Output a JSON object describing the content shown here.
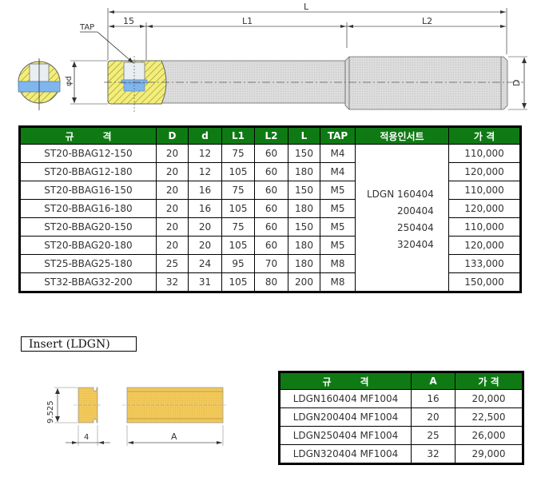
{
  "drawing": {
    "dim_L": "L",
    "dim_L1": "L1",
    "dim_L2": "L2",
    "dim_15": "15",
    "dim_tap": "TAP",
    "dim_d": "φd",
    "dim_D": "D"
  },
  "main_table": {
    "headers": [
      "규　　　격",
      "D",
      "d",
      "L1",
      "L2",
      "L",
      "TAP",
      "적용인서트",
      "가 격"
    ],
    "rows": [
      {
        "spec": "ST20-BBAG12-150",
        "D": "20",
        "d": "12",
        "L1": "75",
        "L2": "60",
        "L": "150",
        "TAP": "M4",
        "price": "110,000"
      },
      {
        "spec": "ST20-BBAG12-180",
        "D": "20",
        "d": "12",
        "L1": "105",
        "L2": "60",
        "L": "180",
        "TAP": "M4",
        "price": "120,000"
      },
      {
        "spec": "ST20-BBAG16-150",
        "D": "20",
        "d": "16",
        "L1": "75",
        "L2": "60",
        "L": "150",
        "TAP": "M5",
        "price": "110,000"
      },
      {
        "spec": "ST20-BBAG16-180",
        "D": "20",
        "d": "16",
        "L1": "105",
        "L2": "60",
        "L": "180",
        "TAP": "M5",
        "price": "120,000"
      },
      {
        "spec": "ST20-BBAG20-150",
        "D": "20",
        "d": "20",
        "L1": "75",
        "L2": "60",
        "L": "150",
        "TAP": "M5",
        "price": "110,000"
      },
      {
        "spec": "ST20-BBAG20-180",
        "D": "20",
        "d": "20",
        "L1": "105",
        "L2": "60",
        "L": "180",
        "TAP": "M5",
        "price": "120,000"
      },
      {
        "spec": "ST25-BBAG25-180",
        "D": "25",
        "d": "24",
        "L1": "95",
        "L2": "70",
        "L": "180",
        "TAP": "M8",
        "price": "133,000"
      },
      {
        "spec": "ST32-BBAG32-200",
        "D": "32",
        "d": "31",
        "L1": "105",
        "L2": "80",
        "L": "200",
        "TAP": "M8",
        "price": "150,000"
      }
    ],
    "insert_lines": [
      "LDGN 160404",
      "200404",
      "250404",
      "320404"
    ]
  },
  "insert_section": {
    "title": "Insert (LDGN)",
    "dim_height": "9.525",
    "dim_width": "4",
    "dim_length": "A"
  },
  "insert_table": {
    "headers": [
      "규　　　격",
      "A",
      "가 격"
    ],
    "rows": [
      {
        "spec": "LDGN160404 MF1004",
        "A": "16",
        "price": "20,000"
      },
      {
        "spec": "LDGN200404 MF1004",
        "A": "20",
        "price": "22,500"
      },
      {
        "spec": "LDGN250404 MF1004",
        "A": "25",
        "price": "26,000"
      },
      {
        "spec": "LDGN320404 MF1004",
        "A": "32",
        "price": "29,000"
      }
    ]
  },
  "colors": {
    "header_green": "#0f7a14",
    "yellow_section": "#f3ee7a",
    "insert_gold": "#f1c95a",
    "blue_insert": "#7fb6ee",
    "shaft_gray": "#d9d9d9"
  }
}
